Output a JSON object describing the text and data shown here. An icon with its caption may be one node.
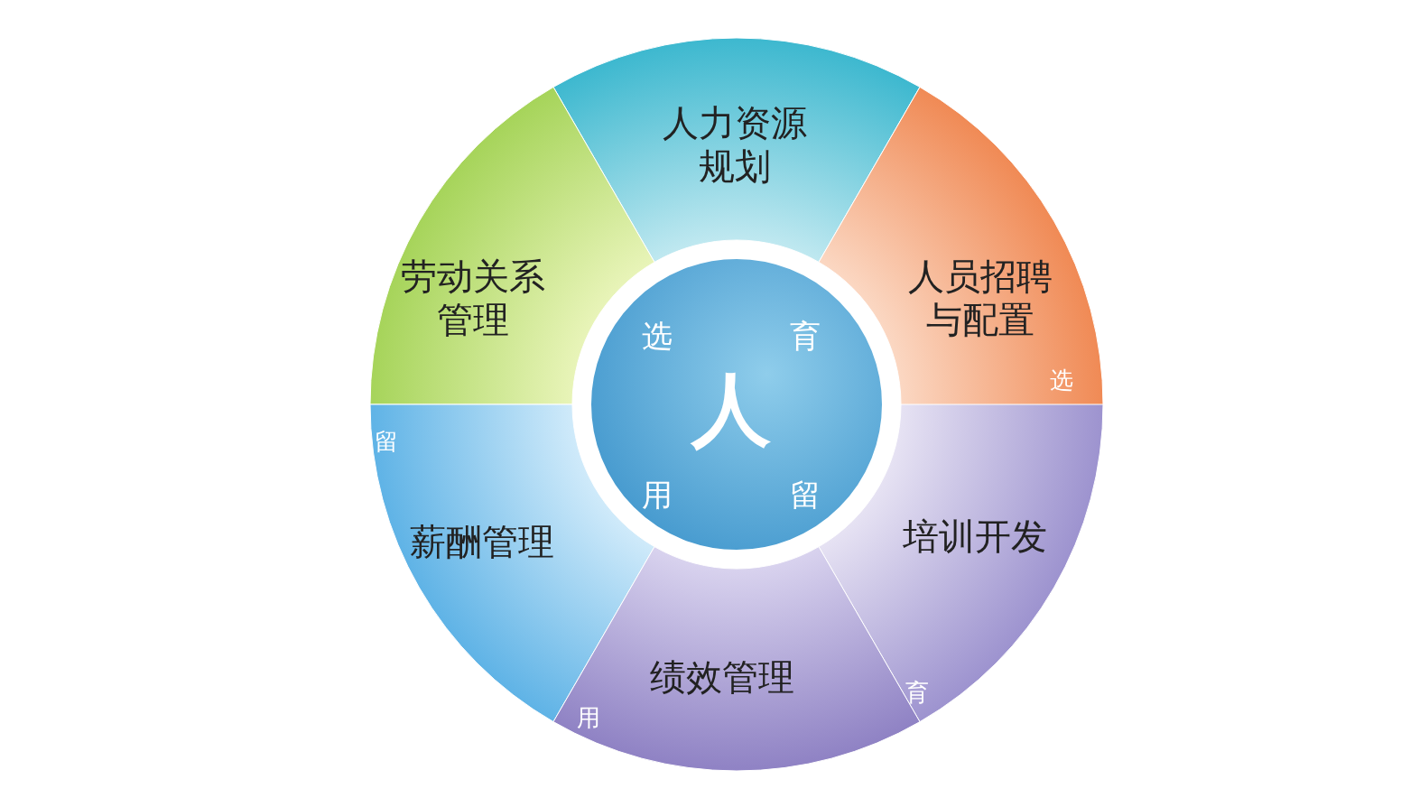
{
  "diagram": {
    "nodes": [
      {
        "text": [
          "选",
          "育",
          "人",
          "用",
          "留"
        ]
      },
      {
        "text": [
          "人力资源规划"
        ]
      },
      {
        "text": [
          "劳动关系管理"
        ]
      },
      {
        "text": [
          "人员招聘与配置",
          "选"
        ]
      },
      {
        "text": [
          "留",
          "薪酬管理"
        ]
      },
      {
        "text": [
          "培训开发",
          "育"
        ]
      },
      {
        "text": [
          "绩效管理",
          "用"
        ]
      }
    ]
  }
}
